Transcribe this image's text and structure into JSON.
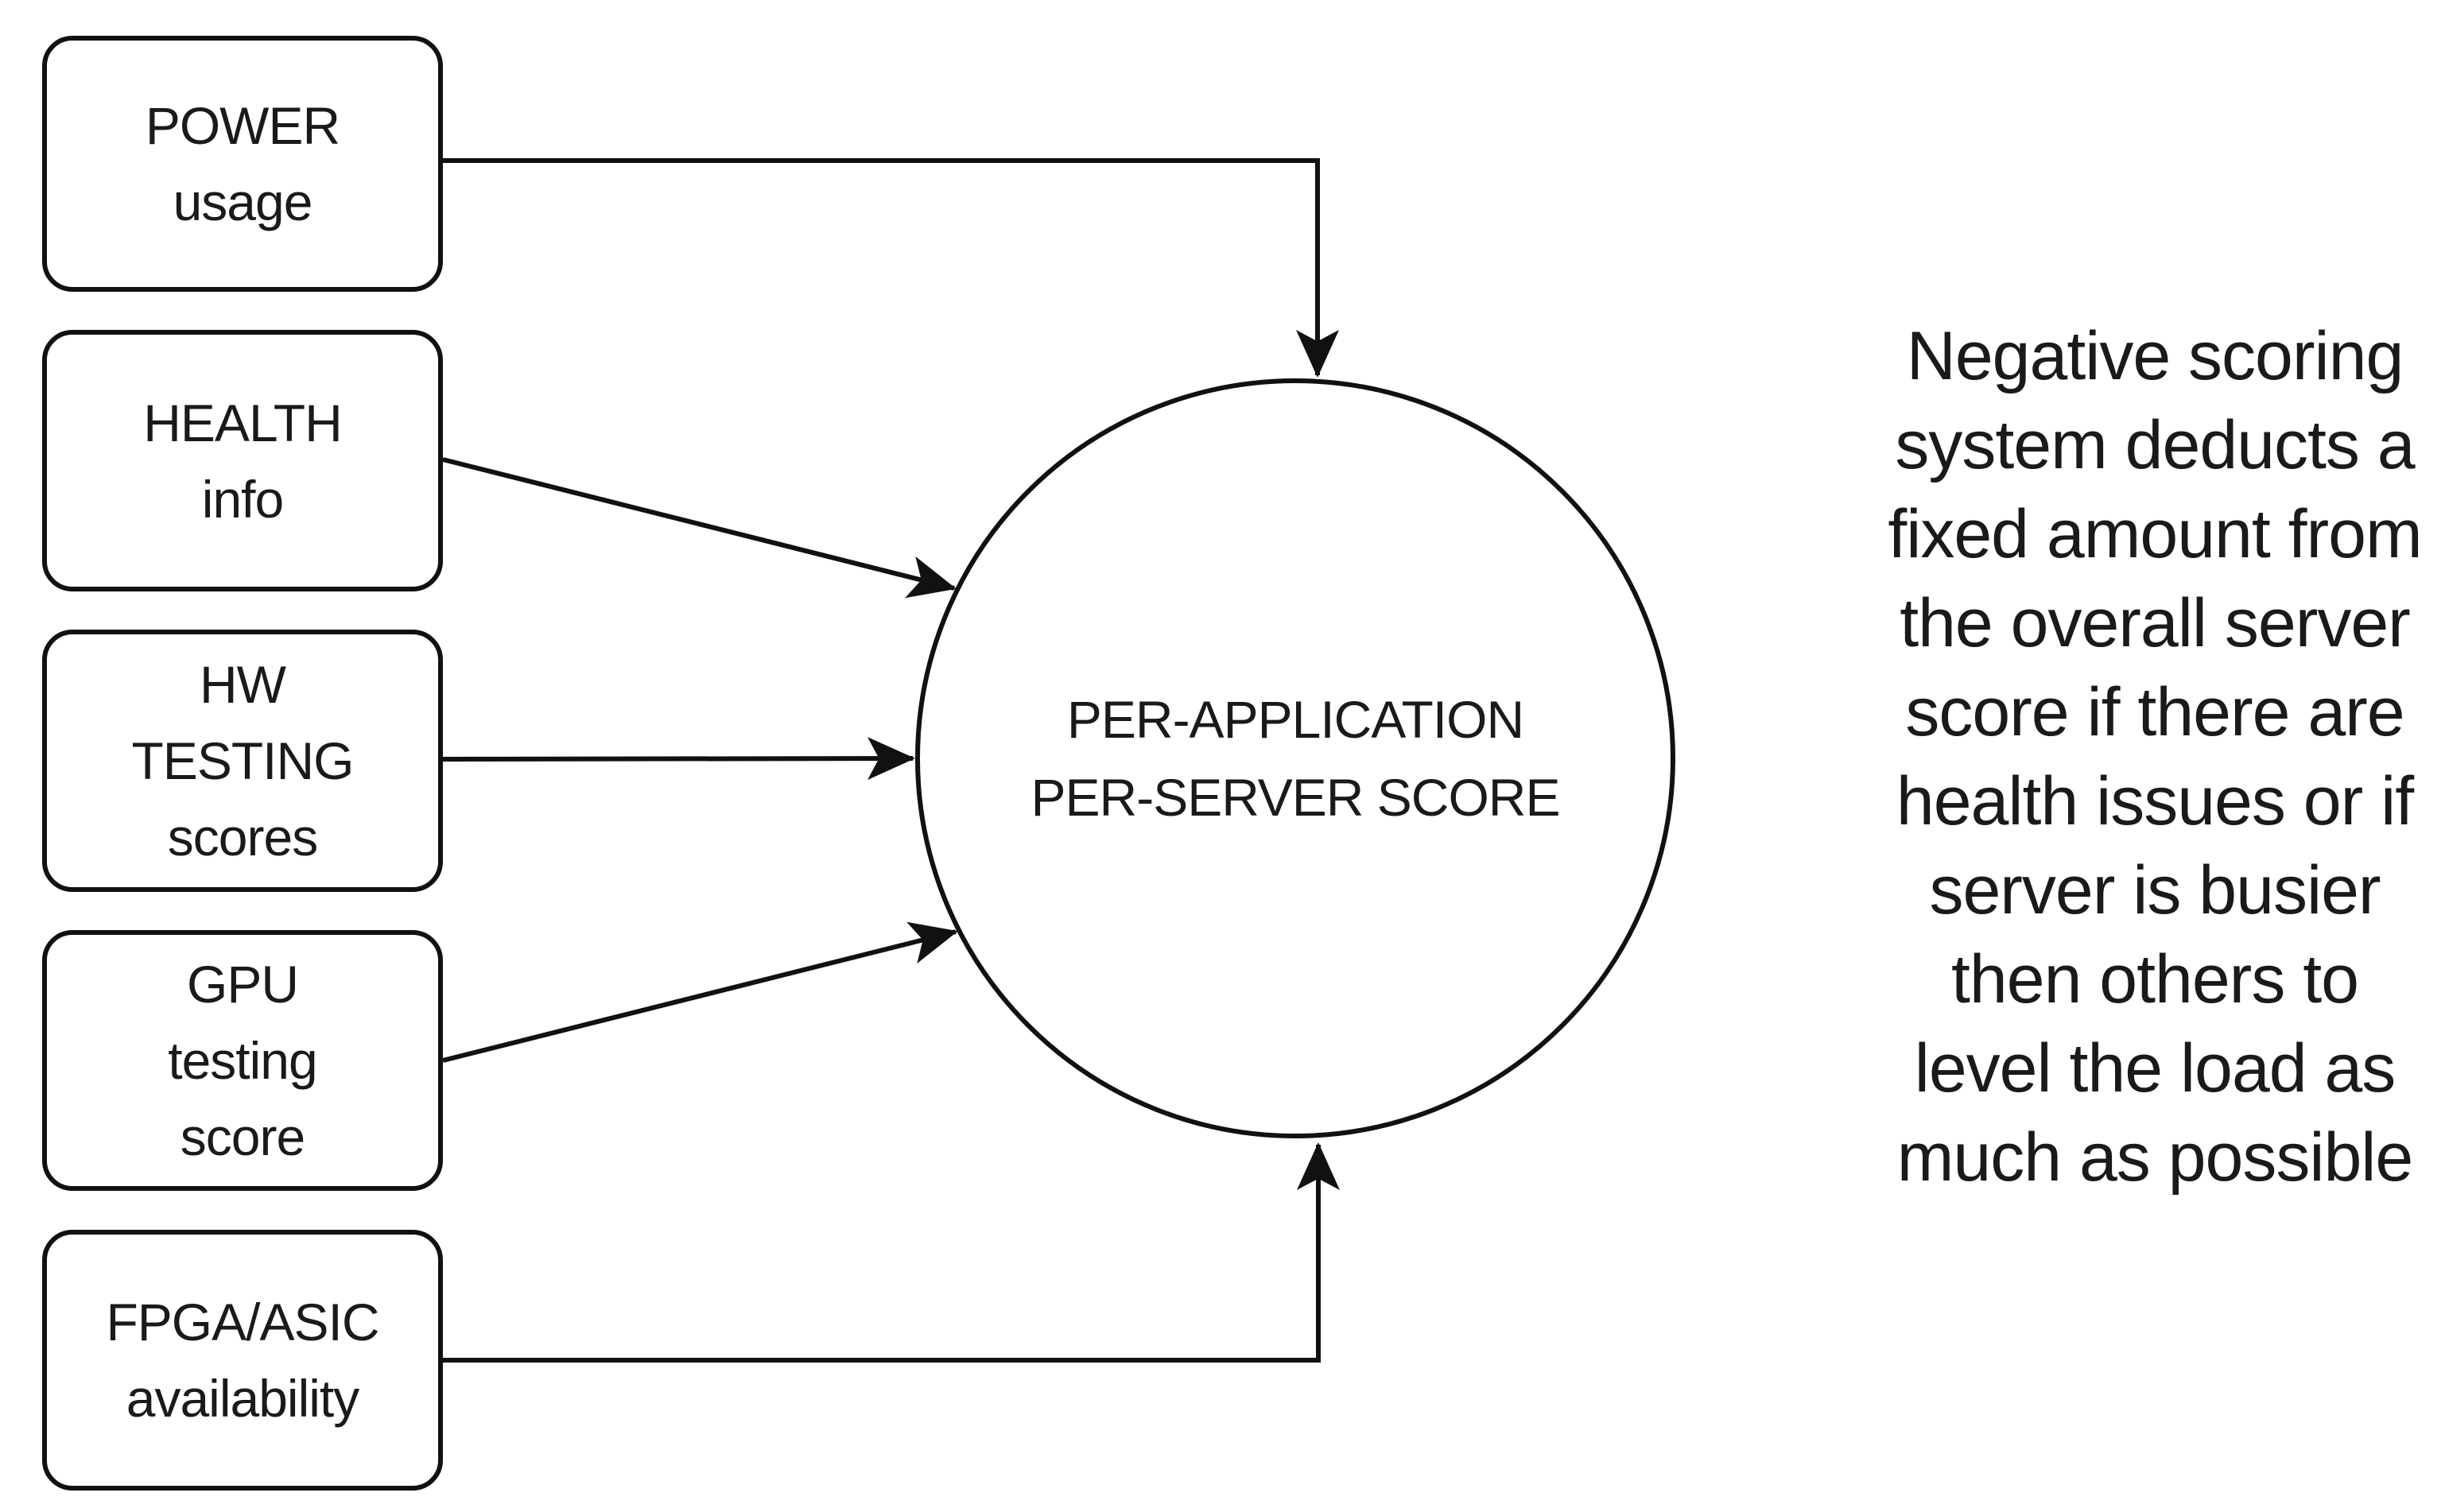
{
  "diagram": {
    "inputs": [
      {
        "id": "power",
        "label": "POWER\nusage"
      },
      {
        "id": "health",
        "label": "HEALTH\ninfo"
      },
      {
        "id": "hw",
        "label": "HW\nTESTING\nscores"
      },
      {
        "id": "gpu",
        "label": "GPU\ntesting\nscore"
      },
      {
        "id": "fpga",
        "label": "FPGA/ASIC\navailability"
      }
    ],
    "output_node": {
      "id": "score",
      "label": "PER-APPLICATION\nPER-SERVER SCORE"
    },
    "edges": [
      {
        "from": "power",
        "to": "score"
      },
      {
        "from": "health",
        "to": "score"
      },
      {
        "from": "hw",
        "to": "score"
      },
      {
        "from": "gpu",
        "to": "score"
      },
      {
        "from": "fpga",
        "to": "score"
      }
    ],
    "annotation": "Negative scoring\nsystem deducts a\nfixed amount from\nthe overall server\nscore if there are\nhealth issues or if\nserver is busier\nthen others to\nlevel the load as\nmuch as possible",
    "colors": {
      "stroke": "#111111",
      "text": "#1a1a1a",
      "background": "#ffffff"
    }
  }
}
